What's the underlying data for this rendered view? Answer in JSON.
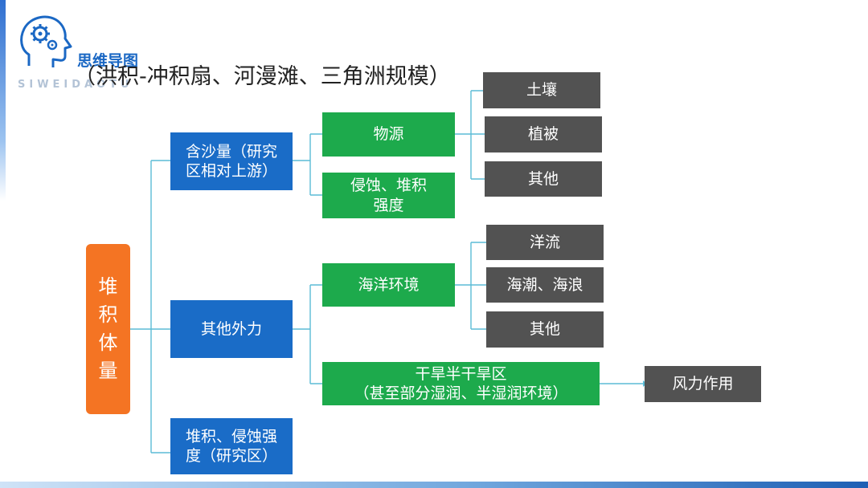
{
  "header": {
    "brand_cn": "思维导图",
    "brand_en": "SIWEIDAOTU",
    "title": "（洪积-冲积扇、河漫滩、三角洲规模）"
  },
  "diagram": {
    "root": "堆\n积\n体\n量",
    "level1": {
      "sediment": "含沙量（研究\n区相对上游）",
      "external": "其他外力",
      "intensity": "堆积、侵蚀强\n度（研究区）"
    },
    "level2": {
      "source": "物源",
      "erosion": "侵蚀、堆积\n强度",
      "ocean": "海洋环境",
      "arid": "干旱半干旱区\n（甚至部分湿润、半湿润环境）"
    },
    "level3": {
      "soil": "土壤",
      "vegetation": "植被",
      "other1": "其他",
      "current": "洋流",
      "tide": "海潮、海浪",
      "other2": "其他",
      "wind": "风力作用"
    }
  },
  "colors": {
    "root": "#f47423",
    "level1": "#1a6cc7",
    "level2": "#1daa4c",
    "level3": "#525252",
    "connector": "#5bbcd6"
  }
}
